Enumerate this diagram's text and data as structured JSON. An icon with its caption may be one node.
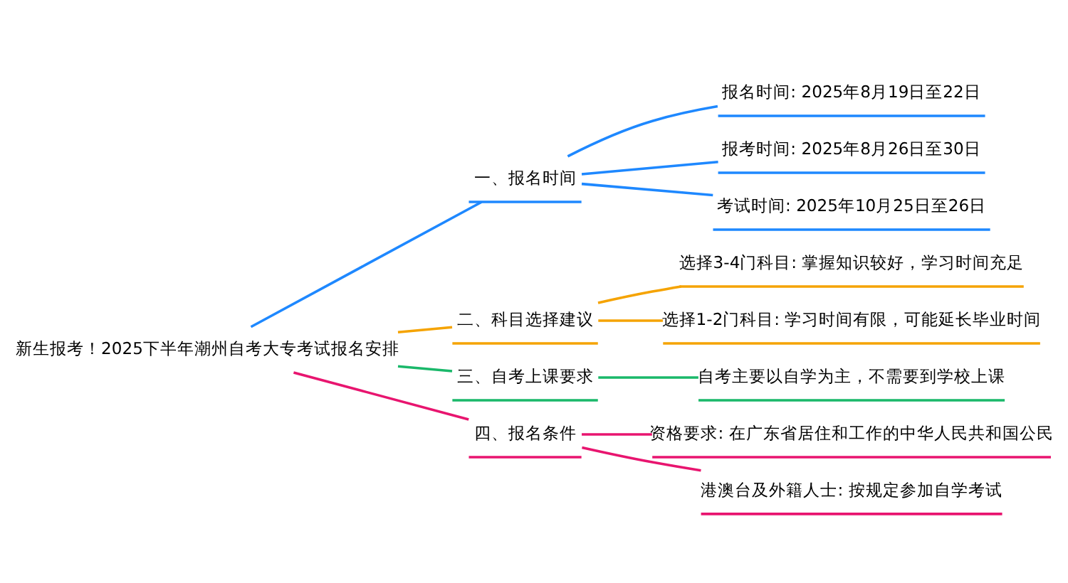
{
  "diagram": {
    "nodes": [
      {
        "text": [
          "新生报考！2025下半年潮州自考大专考试报名安排"
        ]
      },
      {
        "text": [
          "一、报名时间"
        ]
      },
      {
        "text": [
          "报名时间: 2025年8月19日至22日"
        ]
      },
      {
        "text": [
          "报考时间: 2025年8月26日至30日"
        ]
      },
      {
        "text": [
          "考试时间: 2025年10月25日至26日"
        ]
      },
      {
        "text": [
          "二、科目选择建议"
        ]
      },
      {
        "text": [
          "选择3-4门科目: 掌握知识较好，学习时间充足"
        ]
      },
      {
        "text": [
          "选择1-2门科目: 学习时间有限，可能延长毕业时间"
        ]
      },
      {
        "text": [
          "三、自考上课要求"
        ]
      },
      {
        "text": [
          "自考主要以自学为主，不需要到学校上课"
        ]
      },
      {
        "text": [
          "四、报名条件"
        ]
      },
      {
        "text": [
          "资格要求: 在广东省居住和工作的中华人民共和国公民"
        ]
      },
      {
        "text": [
          "港澳台及外籍人士: 按规定参加自学考试"
        ]
      }
    ],
    "edges": [
      {
        "from": 0,
        "to": 1,
        "arrow": "none",
        "color": "#1e88ff"
      },
      {
        "from": 1,
        "to": 2,
        "arrow": "none",
        "color": "#1e88ff"
      },
      {
        "from": 1,
        "to": 3,
        "arrow": "none",
        "color": "#1e88ff"
      },
      {
        "from": 1,
        "to": 4,
        "arrow": "none",
        "color": "#1e88ff"
      },
      {
        "from": 0,
        "to": 5,
        "arrow": "none",
        "color": "#f5a300"
      },
      {
        "from": 5,
        "to": 6,
        "arrow": "none",
        "color": "#f5a300"
      },
      {
        "from": 5,
        "to": 7,
        "arrow": "none",
        "color": "#f5a300"
      },
      {
        "from": 0,
        "to": 8,
        "arrow": "none",
        "color": "#1ab86a"
      },
      {
        "from": 8,
        "to": 9,
        "arrow": "none",
        "color": "#1ab86a"
      },
      {
        "from": 0,
        "to": 10,
        "arrow": "none",
        "color": "#e8156f"
      },
      {
        "from": 10,
        "to": 11,
        "arrow": "none",
        "color": "#e8156f"
      },
      {
        "from": 10,
        "to": 12,
        "arrow": "none",
        "color": "#e8156f"
      }
    ]
  }
}
